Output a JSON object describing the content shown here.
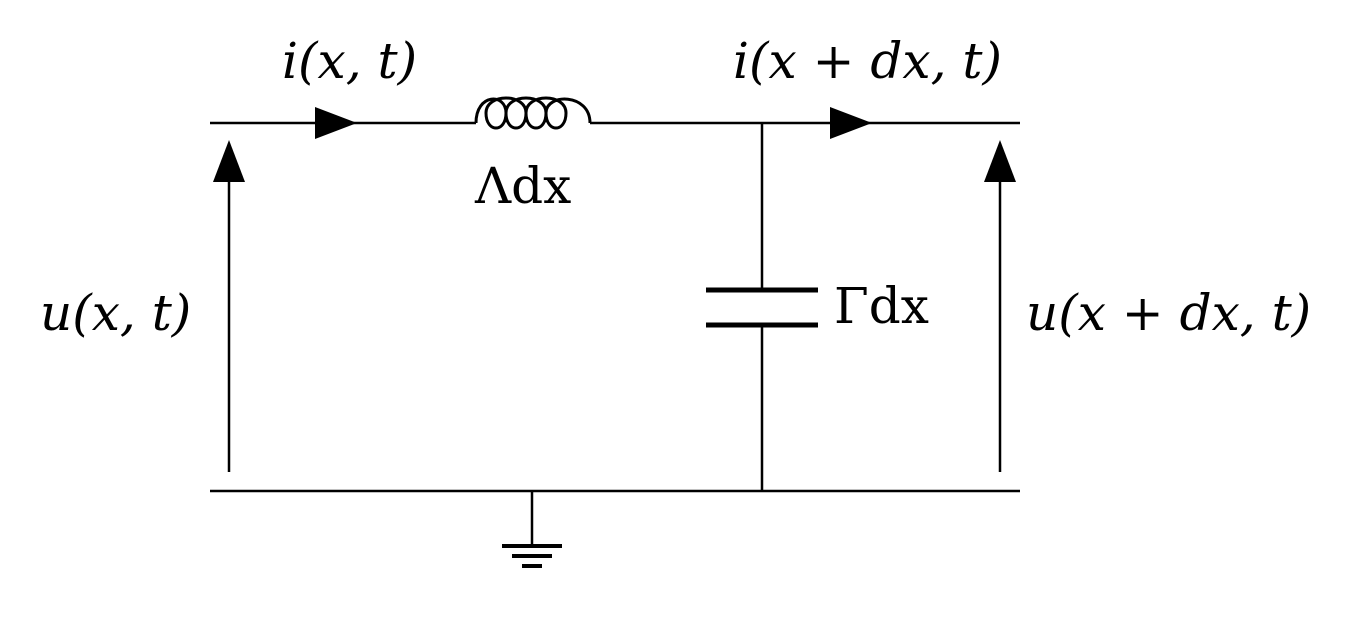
{
  "diagram": {
    "labels": {
      "current_in": "i(x, t)",
      "current_out": "i(x + dx, t)",
      "inductance": "Λdx",
      "capacitance": "Γdx",
      "voltage_in": "u(x, t)",
      "voltage_out": "u(x + dx, t)"
    },
    "colors": {
      "line": "#000000",
      "background": "#ffffff"
    },
    "icons": {
      "inductor": "inductor-coil-icon",
      "capacitor": "capacitor-icon",
      "ground": "ground-icon"
    }
  }
}
